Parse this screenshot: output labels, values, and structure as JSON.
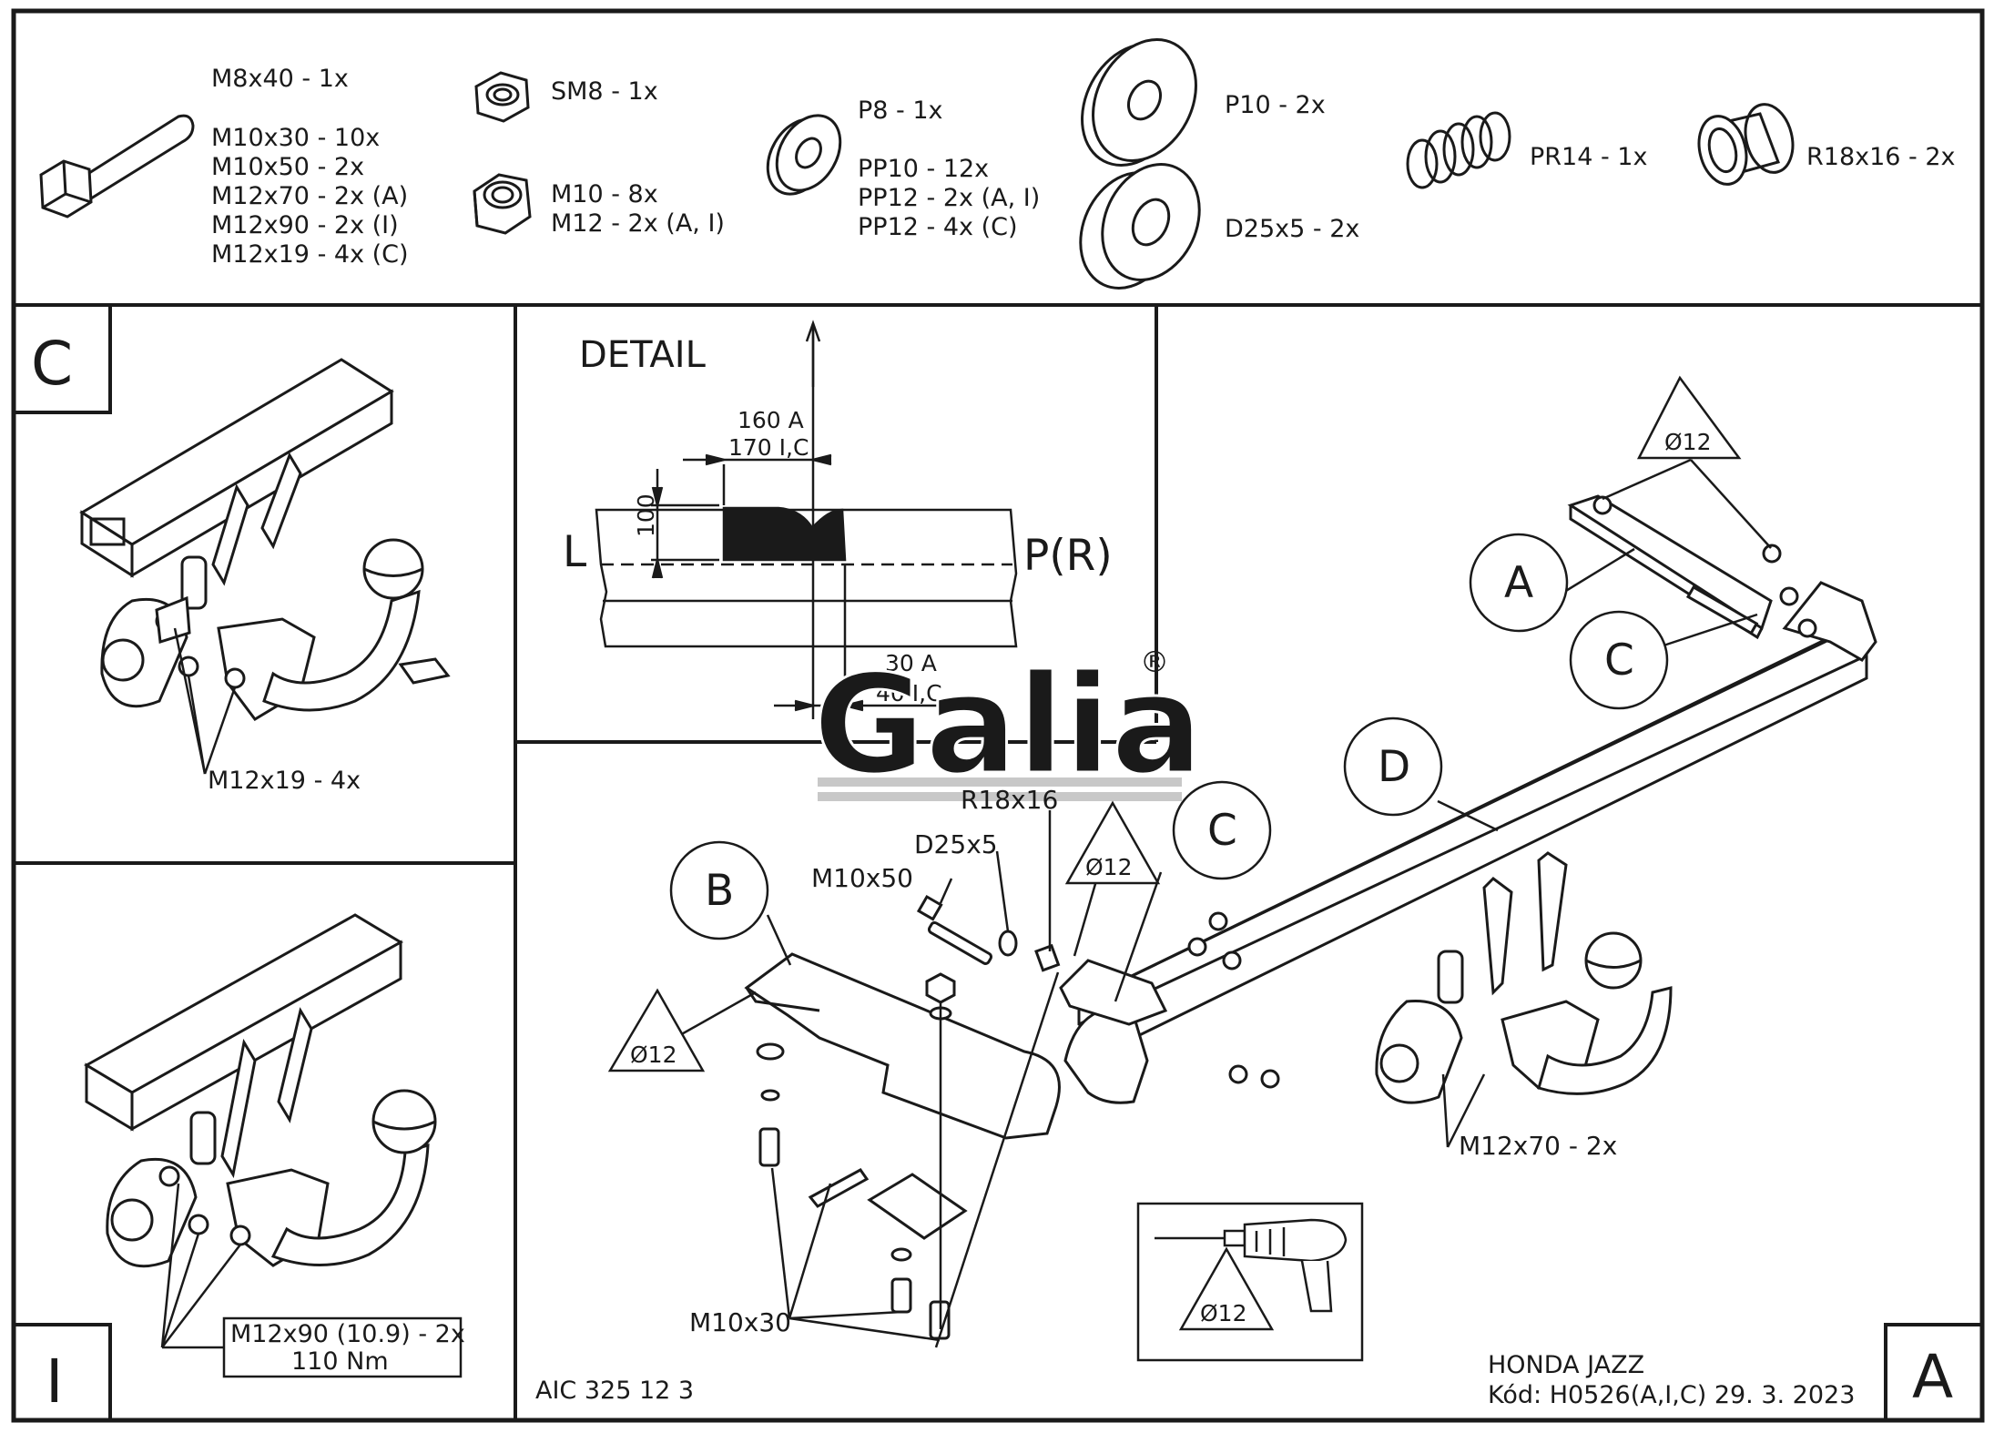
{
  "parts": {
    "bolt": [
      "M8x40 - 1x",
      "M10x30 - 10x",
      "M10x50 - 2x",
      "M12x70 - 2x (A)",
      "M12x90 - 2x (I)",
      "M12x19 - 4x (C)"
    ],
    "sm8": "SM8 - 1x",
    "nut": [
      "M10 - 8x",
      "M12 - 2x (A, I)"
    ],
    "washer_small": [
      "P8 - 1x",
      "PP10 - 12x",
      "PP12 - 2x (A, I)",
      "PP12 - 4x (C)"
    ],
    "p10": "P10 - 2x",
    "d25": "D25x5 - 2x",
    "spring": "PR14 - 1x",
    "sleeve": "R18x16 - 2x"
  },
  "panel_c": {
    "letter": "C",
    "callout": "M12x19 - 4x"
  },
  "panel_i": {
    "letter": "I",
    "callout_line1": "M12x90 (10.9) - 2x",
    "callout_line2": "110 Nm"
  },
  "detail": {
    "title": "DETAIL",
    "dim_top_1": "160 A",
    "dim_top_2": "170 I,C",
    "dim_vertical": "100",
    "left_label": "L",
    "right_label": "P(R)",
    "dim_bottom_1": "30 A",
    "dim_bottom_2": "40 I,C"
  },
  "logo": {
    "text": "Galia",
    "registered": "®"
  },
  "main": {
    "circles": {
      "a": "A",
      "c_top": "C",
      "d": "D",
      "c_mid": "C",
      "b": "B"
    },
    "triangles": [
      "Ø12",
      "Ø12",
      "Ø12",
      "Ø12"
    ],
    "labels": {
      "r18x16": "R18x16",
      "d25x5": "D25x5",
      "m10x50": "M10x50",
      "m12x70": "M12x70 - 2x",
      "m10x30": "M10x30"
    }
  },
  "footer": {
    "code": "AIC 325 12 3",
    "model": "HONDA JAZZ",
    "kod": "Kód: H0526(A,I,C)  29. 3. 2023",
    "letter": "A"
  }
}
